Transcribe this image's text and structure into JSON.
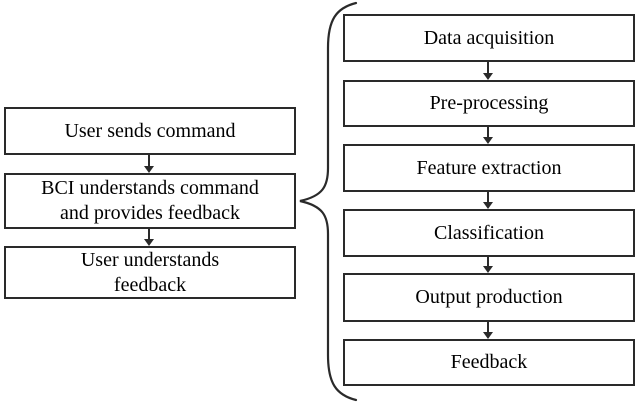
{
  "diagram": {
    "background_color": "#ffffff",
    "line_color": "#2a2a2a",
    "text_color": "#000000",
    "left_flow": [
      {
        "label": "User sends command"
      },
      {
        "label": "BCI understands command\nand provides feedback"
      },
      {
        "label": "User understands\nfeedback"
      }
    ],
    "right_flow": [
      {
        "label": "Data acquisition"
      },
      {
        "label": "Pre-processing"
      },
      {
        "label": "Feature extraction"
      },
      {
        "label": "Classification"
      },
      {
        "label": "Output production"
      },
      {
        "label": "Feedback"
      }
    ]
  }
}
